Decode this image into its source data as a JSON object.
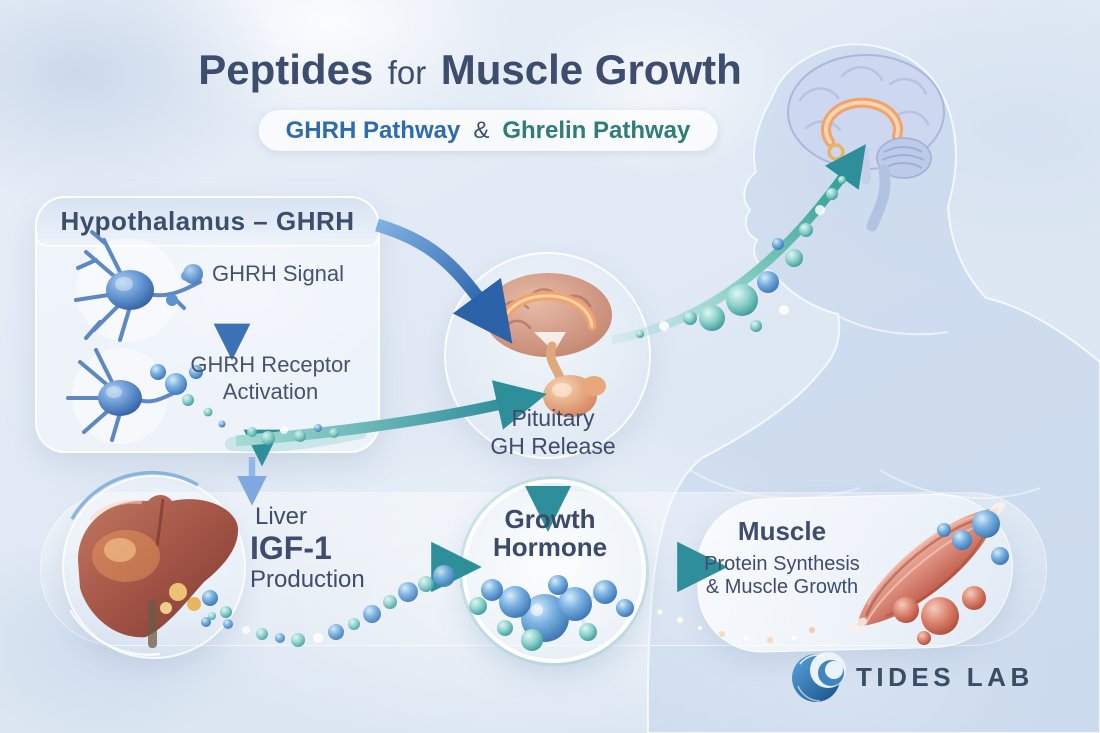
{
  "title": {
    "part1": "Peptides",
    "part2": "for",
    "part3": "Muscle Growth"
  },
  "subtitle": {
    "ghrh": "GHRH Pathway",
    "separator": "&",
    "ghrelin": "Ghrelin Pathway"
  },
  "hypothalamus": {
    "header": "Hypothalamus – GHRH",
    "step1": "GHRH Signal",
    "step2_line1": "GHRH Receptor",
    "step2_line2": "Activation"
  },
  "pituitary": {
    "line1": "Pituitary",
    "line2": "GH Release"
  },
  "growth_hormone": {
    "line1": "Growth",
    "line2": "Hormone"
  },
  "liver": {
    "line1": "Liver",
    "line2": "IGF-1",
    "line3": "Production"
  },
  "muscle": {
    "title": "Muscle",
    "line1": "Protein Synthesis",
    "line2": "& Muscle Growth"
  },
  "logo": {
    "text": "TIDES LAB"
  },
  "colors": {
    "title_text": "#3d4d6e",
    "ghrh_blue": "#2e6cab",
    "ghrelin_teal": "#2f7c79",
    "label_text": "#3f4c6e",
    "arrow_blue": "#2b62a8",
    "arrow_teal": "#2e8f9b",
    "liver": "#9c4e43",
    "muscle": "#d07b69",
    "molecule_blue": "#4583c2",
    "background": "#e0e9f4",
    "logo_text": "#394d63",
    "logo_blue": "#2c6fad"
  },
  "icons": {
    "logo": "tides-lab-wave-logo-icon",
    "neuron": "neuron-icon",
    "brain": "brain-icon",
    "pituitary_gland": "pituitary-gland-icon",
    "liver_organ": "liver-icon",
    "molecule": "molecule-icon",
    "muscle_fiber": "muscle-fiber-icon",
    "body": "human-silhouette-icon"
  }
}
